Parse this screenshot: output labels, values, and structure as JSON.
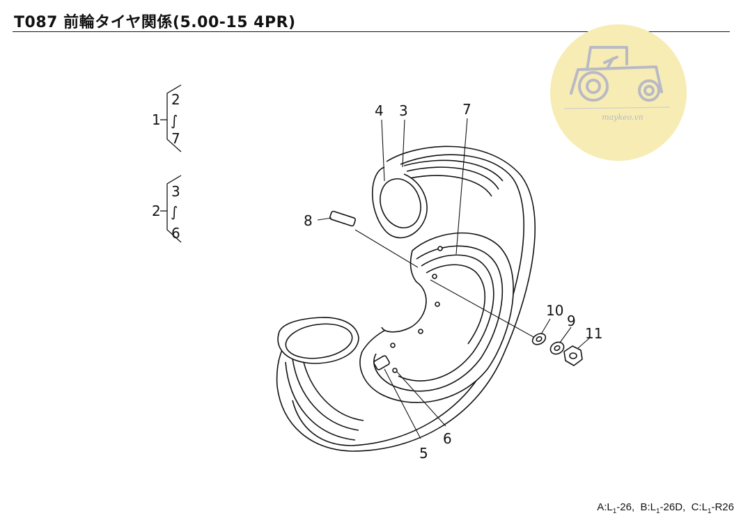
{
  "header": {
    "title": "T087 前輪タイヤ関係(5.00-15 4PR)"
  },
  "watermark": {
    "text": "maykeo.vn",
    "circle_color": "#f6ecb4",
    "icon_color": "#b9b9c6",
    "icon": "tractor-icon"
  },
  "groups": [
    {
      "label": "1",
      "first": "2",
      "tilde": "∫",
      "last": "7"
    },
    {
      "label": "2",
      "first": "3",
      "tilde": "∫",
      "last": "6"
    }
  ],
  "callouts": {
    "p3": "3",
    "p4": "4",
    "p5": "5",
    "p6": "6",
    "p7": "7",
    "p8": "8",
    "p9": "9",
    "p10": "10",
    "p11": "11"
  },
  "footer": {
    "a": "A:L",
    "a_sub": "1",
    "a_rest": "-26,",
    "b": "B:L",
    "b_sub": "1",
    "b_rest": "-26D,",
    "c": "C:L",
    "c_sub": "1",
    "c_rest": "-R26"
  }
}
